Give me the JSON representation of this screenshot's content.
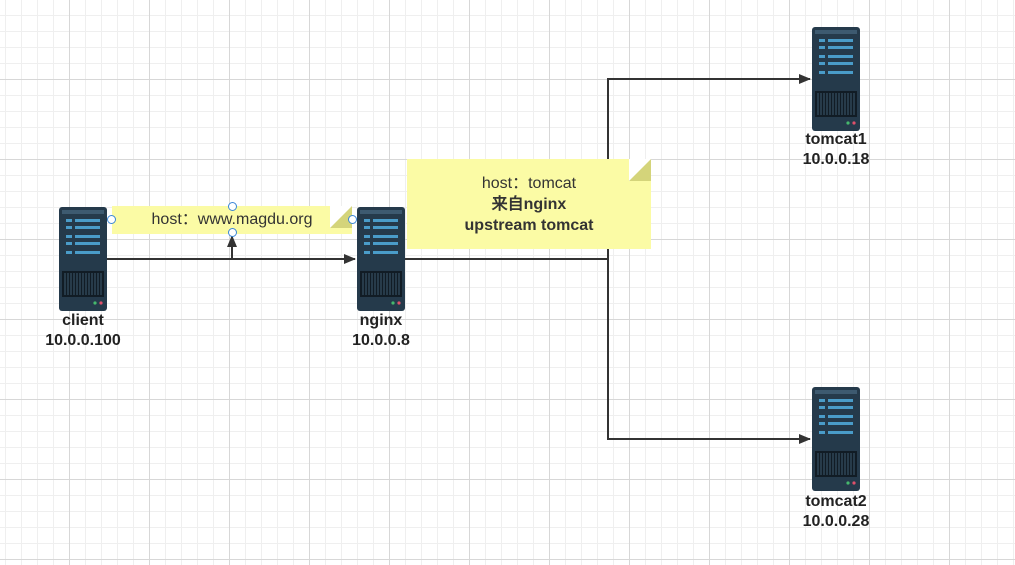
{
  "nodes": {
    "client": {
      "name": "client",
      "ip": "10.0.0.100"
    },
    "nginx": {
      "name": "nginx",
      "ip": "10.0.0.8"
    },
    "tomcat1": {
      "name": "tomcat1",
      "ip": "10.0.0.18"
    },
    "tomcat2": {
      "name": "tomcat2",
      "ip": "10.0.0.28"
    }
  },
  "notes": {
    "client_request": "host：www.magdu.org",
    "nginx_forward": {
      "line1": "host：tomcat",
      "line2": "来自nginx",
      "line3": "upstream  tomcat"
    }
  },
  "colors": {
    "server_body": "#253a4b",
    "server_slot": "#4a9cc9",
    "note_fill": "#fbfba5",
    "connector": "#333333",
    "selection_handle": "#3a86d6"
  },
  "icons": {
    "server": "server-rack-icon"
  }
}
